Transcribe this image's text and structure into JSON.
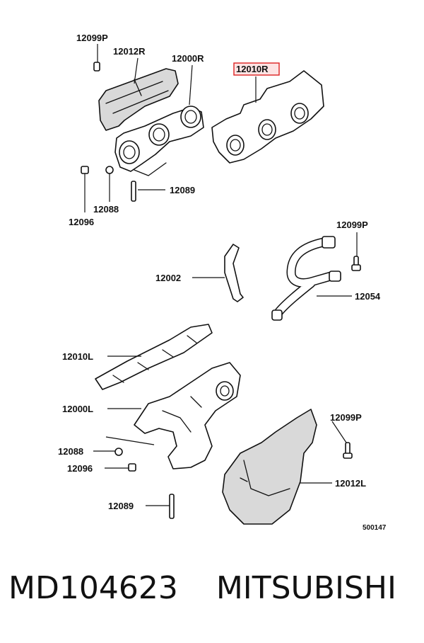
{
  "callouts": {
    "p12099P_top": "12099P",
    "p12012R": "12012R",
    "p12000R": "12000R",
    "p12010R": "12010R",
    "p12096_top": "12096",
    "p12088_top": "12088",
    "p12089_top": "12089",
    "p12099P_mid": "12099P",
    "p12002": "12002",
    "p12054": "12054",
    "p12010L": "12010L",
    "p12000L": "12000L",
    "p12099P_low": "12099P",
    "p12088_low": "12088",
    "p12096_low": "12096",
    "p12012L": "12012L",
    "p12089_low": "12089"
  },
  "drawing_number": "500147",
  "highlight_color": "#dd2222",
  "footer": {
    "part_number": "MD104623",
    "brand": "MITSUBISHI"
  }
}
